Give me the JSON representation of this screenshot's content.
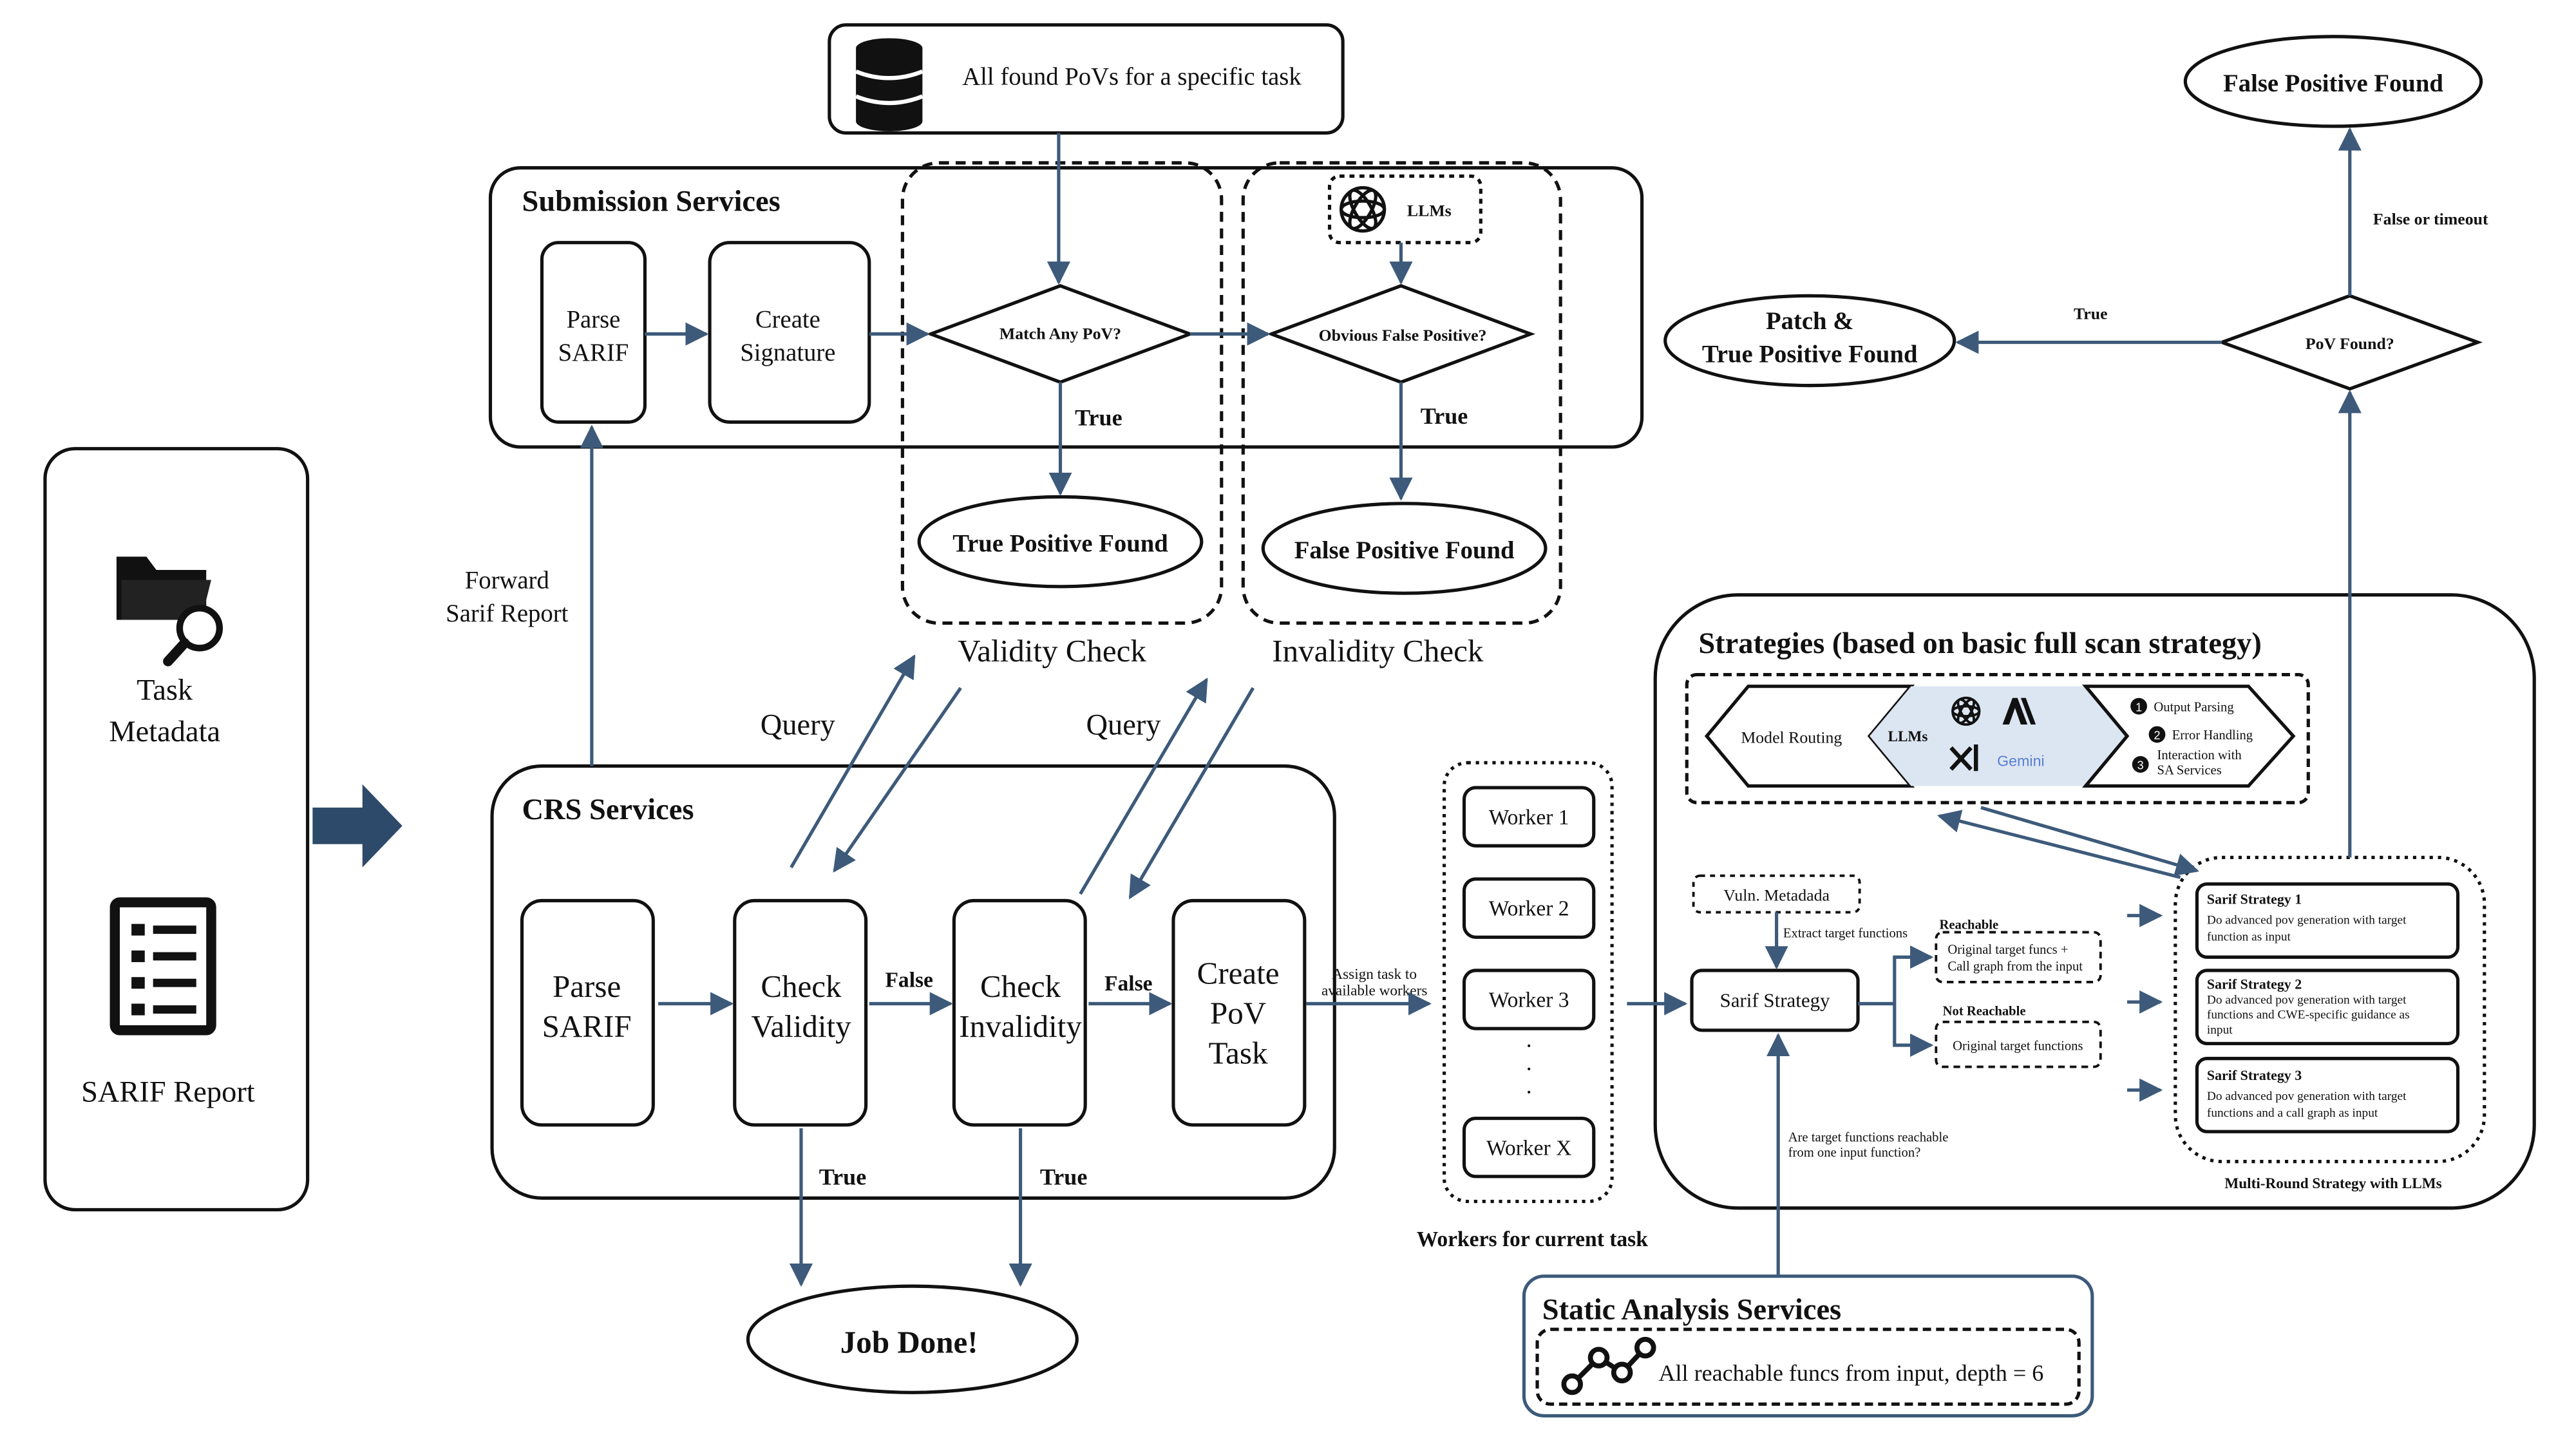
{
  "left_panel": {
    "task_metadata": [
      "Task",
      "Metadata"
    ],
    "sarif_report": "SARIF Report"
  },
  "top": {
    "all_povs": "All found PoVs for a specific task"
  },
  "submission": {
    "title": "Submission Services",
    "parse_sarif": [
      "Parse",
      "SARIF"
    ],
    "create_signature": [
      "Create",
      "Signature"
    ],
    "match_any_pov": "Match Any PoV?",
    "true_label_1": "True",
    "true_positive_found": "True Positive Found",
    "llms": "LLMs",
    "obvious_false_positive": "Obvious False Positive?",
    "true_label_2": "True",
    "false_positive_found": "False Positive Found",
    "validity_check": "Validity Check",
    "invalidity_check": "Invalidity Check"
  },
  "forward": [
    "Forward",
    "Sarif Report"
  ],
  "query_1": "Query",
  "query_2": "Query",
  "crs": {
    "title": "CRS Services",
    "parse_sarif": [
      "Parse",
      "SARIF"
    ],
    "check_validity": [
      "Check",
      "Validity"
    ],
    "check_invalidity": [
      "Check",
      "Invalidity"
    ],
    "create_pov_task": [
      "Create",
      "PoV",
      "Task"
    ],
    "false_1": "False",
    "false_2": "False",
    "true_1": "True",
    "true_2": "True",
    "job_done": "Job Done!",
    "assign_task": [
      "Assign task to",
      "available workers"
    ]
  },
  "workers": {
    "items": [
      "Worker 1",
      "Worker 2",
      "Worker 3",
      "Worker X"
    ],
    "dots": [
      "·",
      "·",
      "·"
    ],
    "caption": "Workers for current task"
  },
  "strategies": {
    "title": "Strategies (based on basic full scan strategy)",
    "model_routing": "Model Routing",
    "llms": "LLMs",
    "gemini": "Gemini",
    "steps": [
      {
        "num": "1",
        "text": [
          "Output Parsing"
        ]
      },
      {
        "num": "2",
        "text": [
          "Error Handling"
        ]
      },
      {
        "num": "3",
        "text": [
          "Interaction with",
          "SA Services"
        ]
      }
    ],
    "vuln_metadata": "Vuln. Metadada",
    "extract_target": "Extract target functions",
    "sarif_strategy": "Sarif Strategy",
    "reachable": "Reachable",
    "reachable_box": [
      "Original target funcs +",
      "Call graph from the input"
    ],
    "not_reachable": "Not Reachable",
    "not_reachable_box": "Original target functions",
    "question": [
      "Are target functions reachable",
      "from one input function?"
    ],
    "strategy_items": [
      {
        "title": "Sarif Strategy 1",
        "desc": [
          "Do advanced pov generation with target",
          "function as input"
        ]
      },
      {
        "title": "Sarif Strategy 2",
        "desc": [
          "Do advanced pov generation with target",
          "functions and CWE-specific guidance as",
          "input"
        ]
      },
      {
        "title": "Sarif Strategy 3",
        "desc": [
          "Do advanced pov generation with target",
          "functions and a call graph as input"
        ]
      }
    ],
    "multi_round": "Multi-Round Strategy with LLMs"
  },
  "pov": {
    "pov_found": "PoV Found?",
    "true_label": "True",
    "false_timeout": "False or timeout",
    "patch_found": [
      "Patch &",
      "True Positive Found"
    ],
    "false_positive_found": "False Positive Found"
  },
  "static": {
    "title": "Static Analysis Services",
    "desc": "All reachable funcs from input, depth = 6"
  },
  "colors": {
    "arrow": "#3d5a7a",
    "stroke": "#1a1a1a",
    "llm_band": "#dce6f2"
  }
}
